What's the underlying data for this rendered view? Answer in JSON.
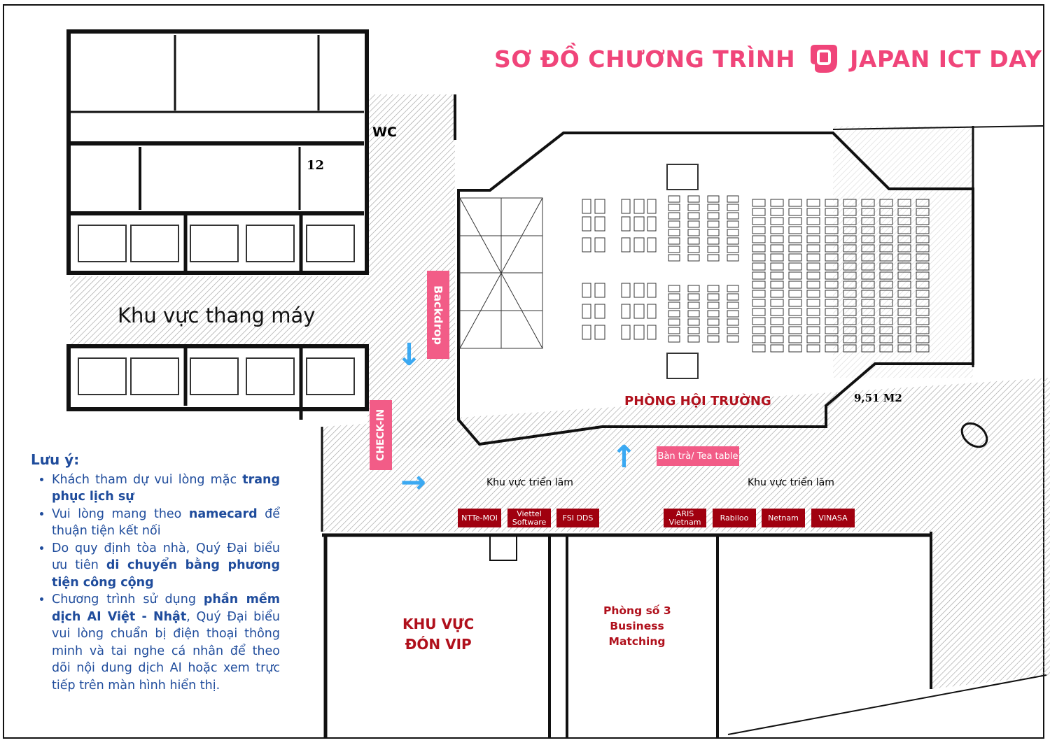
{
  "header": {
    "title_left": "SƠ ĐỒ CHƯƠNG TRÌNH",
    "title_right": "JAPAN ICT DAY",
    "logo": "japan-ict-day-logo"
  },
  "map_labels": {
    "wc": "WC",
    "room_12": "12",
    "elevator_area": "Khu vực thang máy",
    "backdrop": "Backdrop",
    "check_in": "CHECK-IN",
    "hall": "PHÒNG HỘI TRƯỜNG",
    "area_m2": "9,51 M2",
    "tea_table": "Bàn trà/ Tea table",
    "exhibition_left": "Khu vực triển lãm",
    "exhibition_right": "Khu vực triển lãm",
    "vip_area_line1": "KHU VỰC",
    "vip_area_line2": "ĐÓN VIP",
    "room3_line1": "Phòng số 3",
    "room3_line2": "Business",
    "room3_line3": "Matching"
  },
  "booths": [
    {
      "line1": "NTTe-MOI",
      "line2": ""
    },
    {
      "line1": "Viettel",
      "line2": "Software"
    },
    {
      "line1": "FSI DDS",
      "line2": ""
    },
    {
      "line1": "ARIS",
      "line2": "Vietnam"
    },
    {
      "line1": "Rabiloo",
      "line2": ""
    },
    {
      "line1": "Netnam",
      "line2": ""
    },
    {
      "line1": "VINASA",
      "line2": ""
    }
  ],
  "notes": {
    "heading": "Lưu ý:",
    "items": [
      {
        "pre": "Khách tham dự vui lòng mặc ",
        "bold": "trang phục lịch sự",
        "post": ""
      },
      {
        "pre": "Vui lòng mang theo ",
        "bold": "namecard",
        "post": " để thuận tiện kết nối"
      },
      {
        "pre": "Do quy định tòa nhà, Quý Đại biểu ưu tiên ",
        "bold": "di chuyển bằng phương tiện công cộng",
        "post": ""
      },
      {
        "pre": "Chương trình sử dụng ",
        "bold": "phần mềm dịch AI Việt - Nhật",
        "post": ", Quý Đại biểu vui lòng chuẩn bị điện thoại thông minh và tai nghe cá nhân để theo dõi nội dung dịch AI hoặc xem trực tiếp trên màn hình hiển thị."
      }
    ]
  },
  "colors": {
    "pink": "#f25c87",
    "title": "#f0457a",
    "booth": "#a0000f",
    "notes": "#1f4c9c",
    "arrow": "#3ba9f2"
  }
}
